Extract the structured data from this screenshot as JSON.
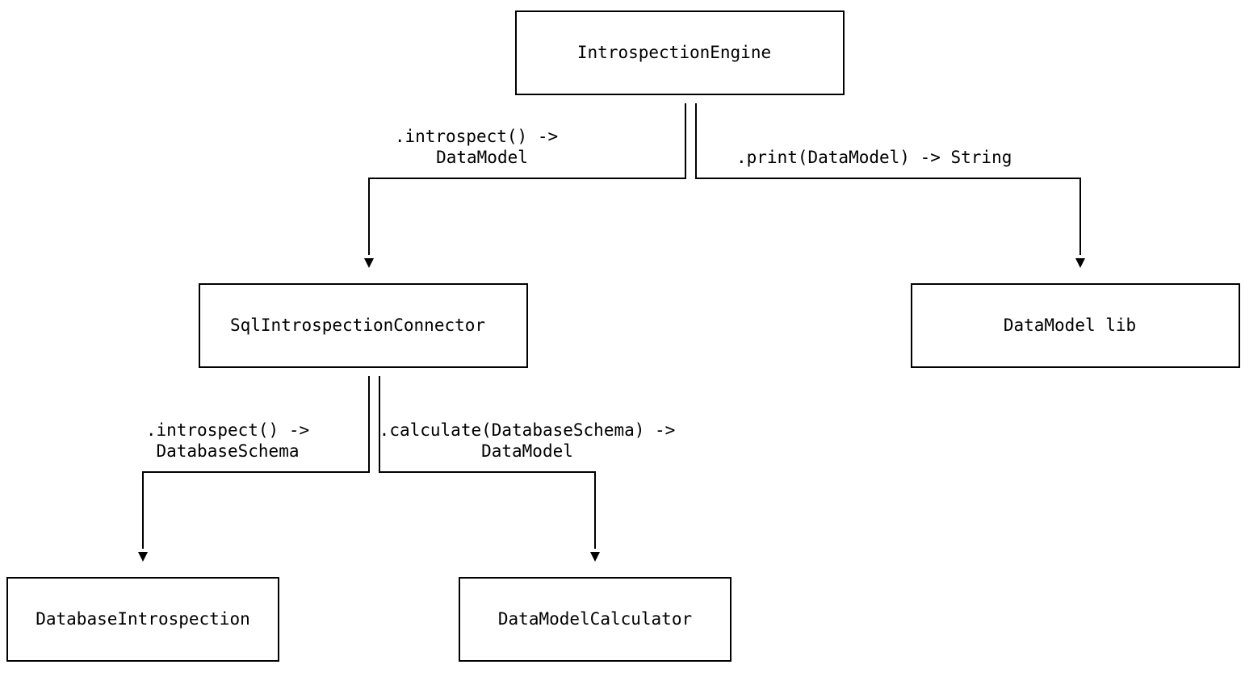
{
  "nodes": {
    "engine": "IntrospectionEngine",
    "sql_connector": "SqlIntrospectionConnector",
    "datamodel_lib": "DataModel lib",
    "db_introspection": "DatabaseIntrospection",
    "calculator": "DataModelCalculator"
  },
  "edges": {
    "engine_to_connector": {
      "line1": ".introspect() ->",
      "line2": "DataModel"
    },
    "engine_to_lib": {
      "line1": ".print(DataModel) -> String"
    },
    "connector_to_db": {
      "line1": ".introspect() ->",
      "line2": "DatabaseSchema"
    },
    "connector_to_calc": {
      "line1": ".calculate(DatabaseSchema) ->",
      "line2": "DataModel"
    }
  }
}
